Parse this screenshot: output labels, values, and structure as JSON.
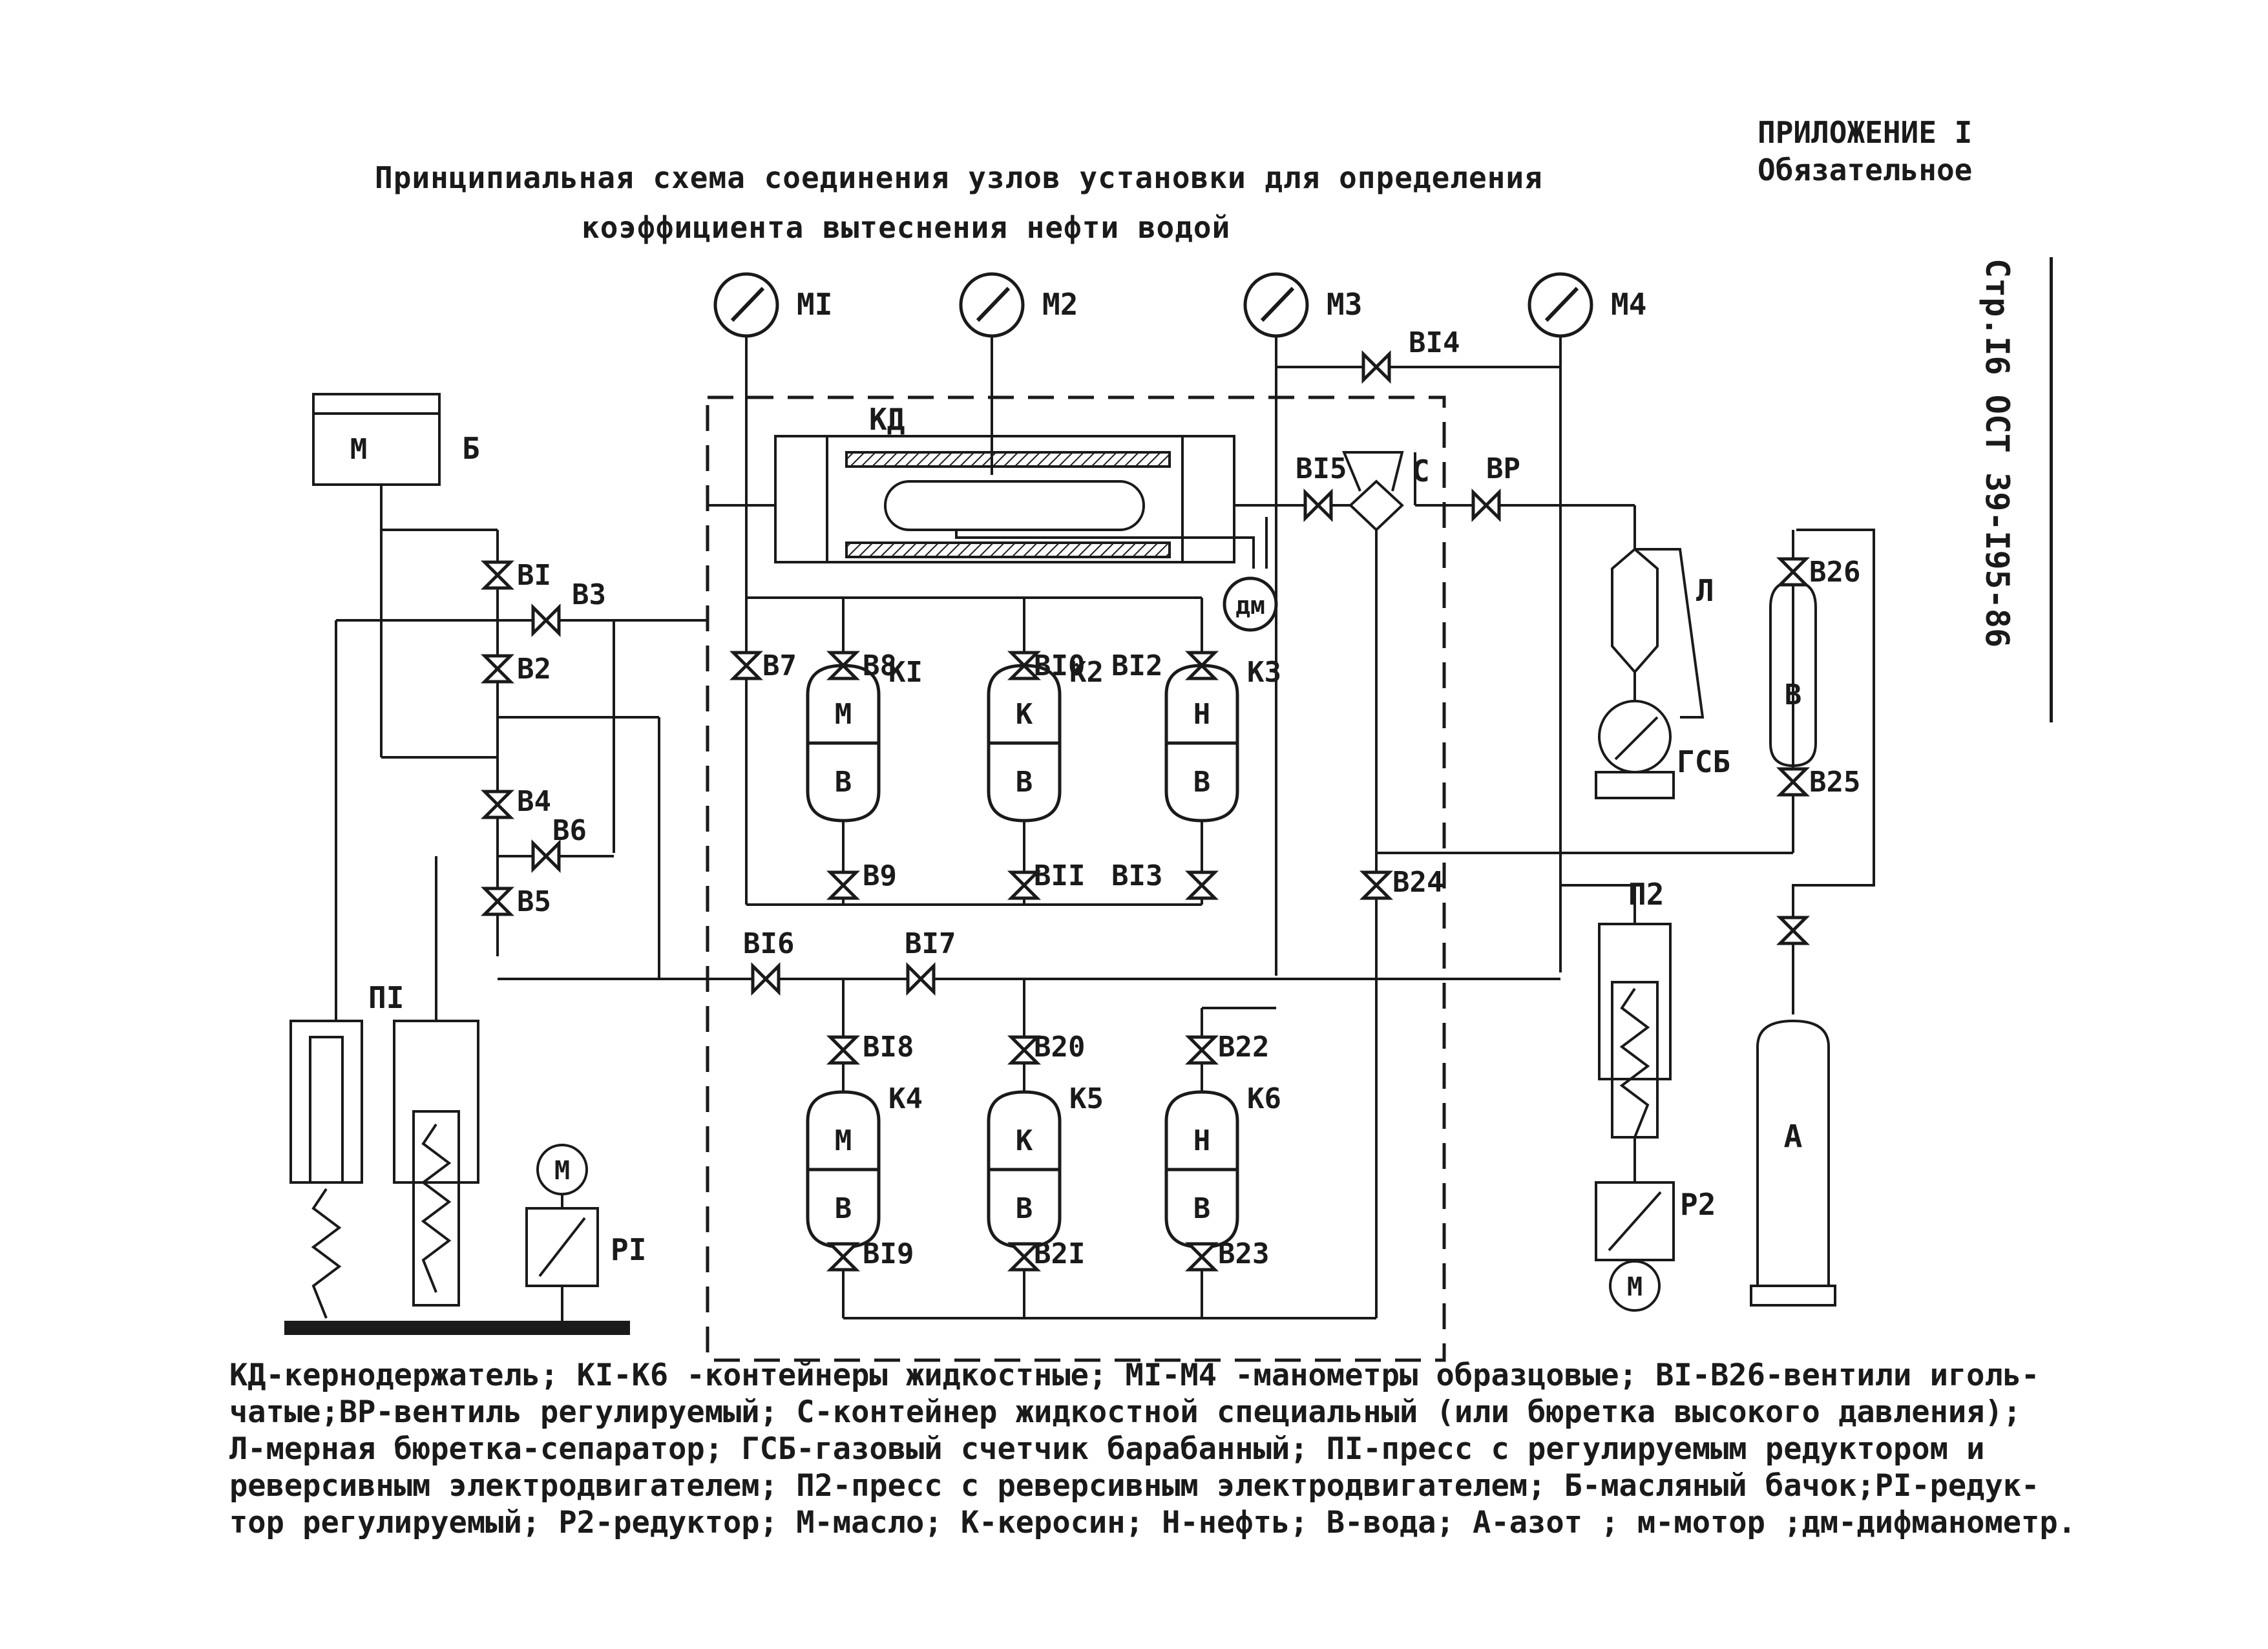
{
  "annex": {
    "line1": "ПРИЛОЖЕНИЕ I",
    "line2": "Обязательное"
  },
  "title": {
    "line1": "Принципиальная схема соединения узлов установки для определения",
    "line2": "коэффициента вытеснения нефти водой"
  },
  "side_label": "Стр.I6 ОСТ 39-I95-86",
  "diagram": {
    "gauges": [
      "МI",
      "М2",
      "М3",
      "М4"
    ],
    "core_holder": "КД",
    "diff_gauge": "дм",
    "tank": {
      "label": "Б",
      "content": "М"
    },
    "separator": "С",
    "burette": "Л",
    "gas_counter": "ГСБ",
    "nitrogen": "А",
    "press1": "ПI",
    "press2": "П2",
    "reducer1": "РI",
    "reducer2": "Р2",
    "motor": "М",
    "reg_valve": "ВР",
    "containers": [
      {
        "label": "КI",
        "top": "М",
        "bottom": "В"
      },
      {
        "label": "К2",
        "top": "К",
        "bottom": "В"
      },
      {
        "label": "К3",
        "top": "Н",
        "bottom": "В"
      },
      {
        "label": "К4",
        "top": "М",
        "bottom": "В"
      },
      {
        "label": "К5",
        "top": "К",
        "bottom": "В"
      },
      {
        "label": "К6",
        "top": "Н",
        "bottom": "В"
      }
    ],
    "right_vessel": {
      "content": "В"
    },
    "valves": [
      "ВI",
      "В2",
      "В3",
      "В4",
      "В5",
      "В6",
      "В7",
      "В8",
      "В9",
      "ВI0",
      "ВII",
      "ВI2",
      "ВI3",
      "ВI4",
      "ВI5",
      "ВI6",
      "ВI7",
      "ВI8",
      "ВI9",
      "В20",
      "В2I",
      "В22",
      "В23",
      "В24",
      "В25",
      "В26"
    ]
  },
  "legend": [
    "КД-кернодержатель; КI-К6 -контейнеры жидкостные; МI-М4 -манометры образцовые; ВI-В26-вентили иголь-",
    "чатые;ВР-вентиль регулируемый; С-контейнер жидкостной специальный (или бюретка высокого давления);",
    "Л-мерная бюретка-сепаратор; ГСБ-газовый счетчик барабанный; ПI-пресс с регулируемым редуктором и",
    "реверсивным электродвигателем; П2-пресс с реверсивным электродвигателем; Б-масляный бачок;РI-редук-",
    "тор регулируемый; Р2-редуктор; М-масло; К-керосин; Н-нефть; В-вода; А-азот ; м-мотор ;дм-дифманометр."
  ]
}
